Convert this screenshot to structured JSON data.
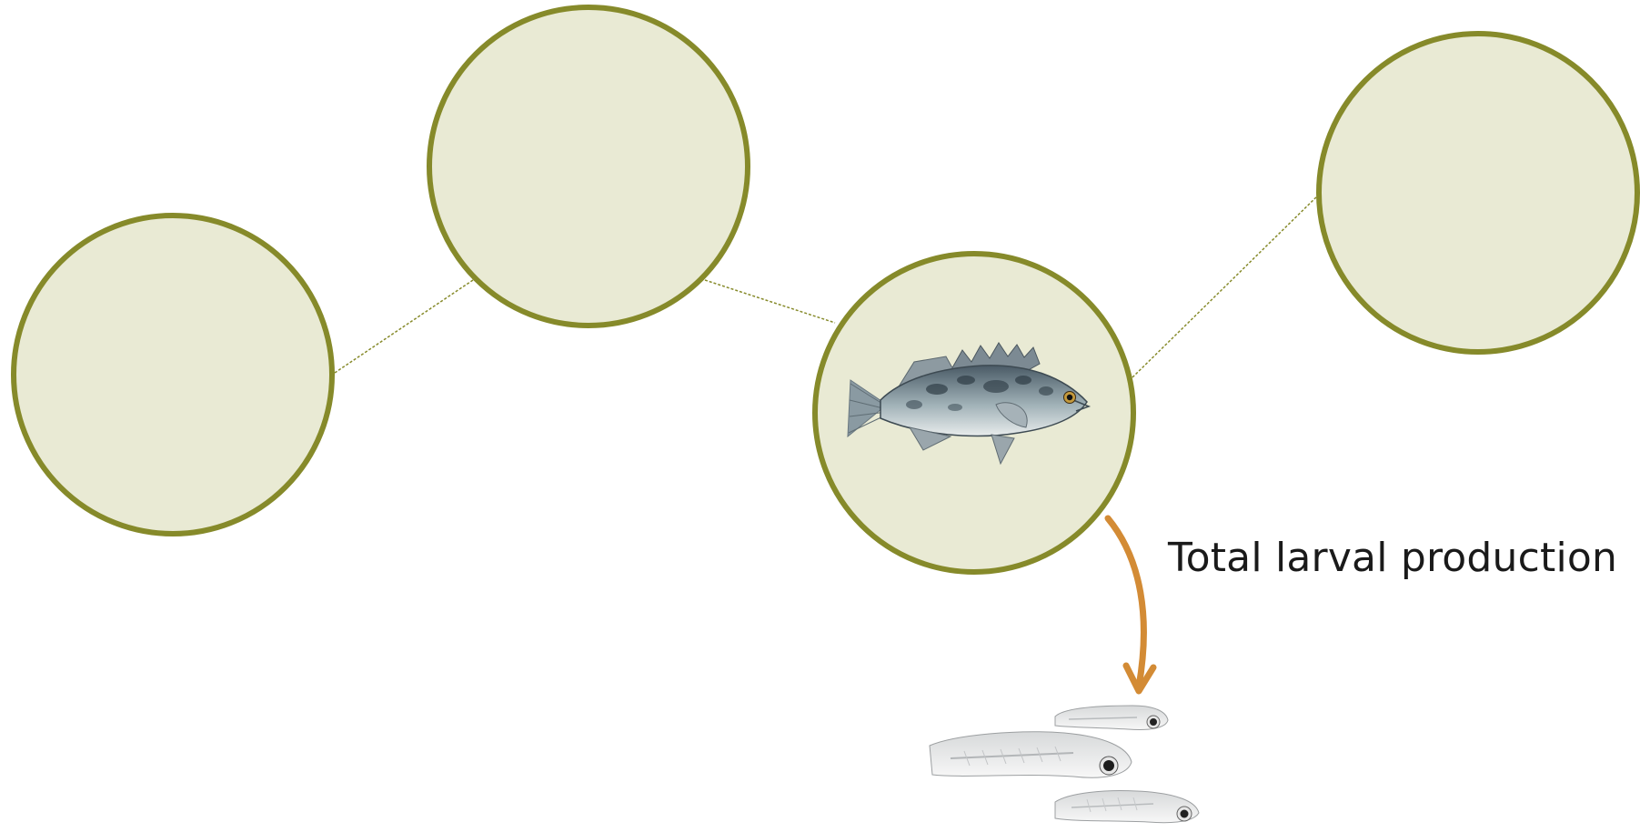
{
  "diagram": {
    "colors": {
      "circle_fill": "#e9ead4",
      "circle_stroke": "#868a2a",
      "connector": "#868a2a",
      "arrow": "#d38b35"
    },
    "nodes": [
      {
        "id": "left",
        "content": ""
      },
      {
        "id": "top-center",
        "content": ""
      },
      {
        "id": "adult-fish",
        "content": "rockfish-illustration"
      },
      {
        "id": "right",
        "content": ""
      }
    ],
    "arrow_label": "Total larval production",
    "output": "larval-fish-illustration"
  }
}
